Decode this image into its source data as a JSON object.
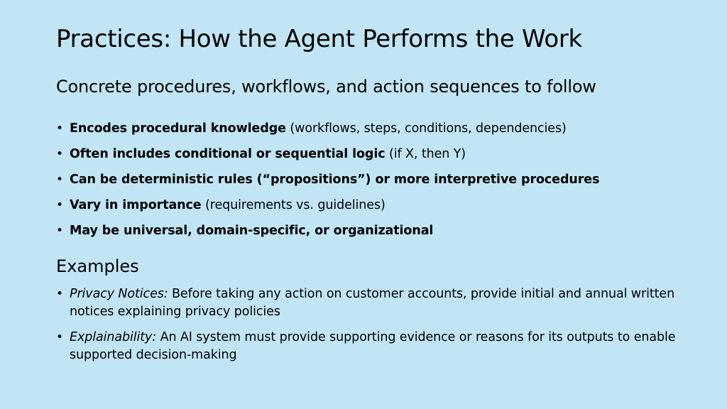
{
  "slide": {
    "title": "Practices: How the Agent Performs the Work",
    "subtitle": "Concrete procedures, workflows, and action sequences to follow",
    "bullets": [
      {
        "bold": "Encodes procedural knowledge",
        "rest": " (workflows, steps, conditions, dependencies)"
      },
      {
        "bold": "Often includes conditional or sequential logic",
        "rest": " (if X, then Y)"
      },
      {
        "bold": "Can be deterministic rules (“propositions”) or more interpretive procedures",
        "rest": ""
      },
      {
        "bold": "Vary in importance",
        "rest": " (requirements vs. guidelines)"
      },
      {
        "bold": "May be universal, domain-specific, or organizational",
        "rest": ""
      }
    ],
    "bullet_symbol": "•",
    "examples_heading": "Examples",
    "examples": [
      {
        "term": "Privacy Notices:",
        "text": " Before taking any action on customer accounts, provide initial and annual written notices explaining privacy policies"
      },
      {
        "term": "Explainability:",
        "text": " An AI system must provide supporting evidence or reasons for its outputs to enable supported decision-making"
      }
    ],
    "colors": {
      "background": "#c1e5f5",
      "text": "#000000"
    }
  }
}
